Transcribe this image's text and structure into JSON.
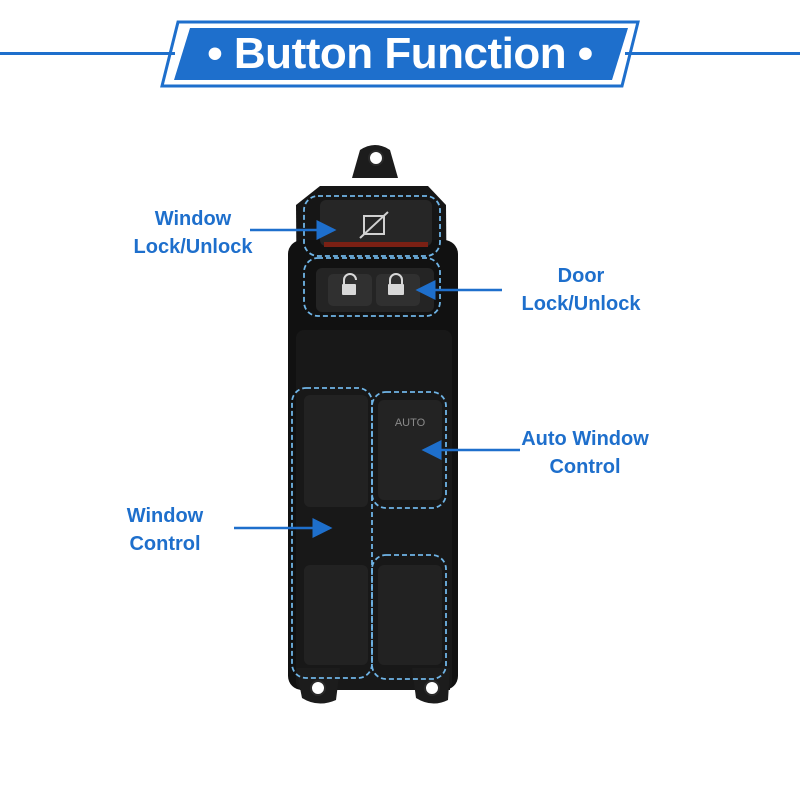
{
  "header": {
    "title": "• Button Function •"
  },
  "labels": {
    "window_lock": [
      "Window",
      "Lock/Unlock"
    ],
    "door_lock": [
      "Door",
      "Lock/Unlock"
    ],
    "auto_window": [
      "Auto Window",
      "Control"
    ],
    "window_control": [
      "Window",
      "Control"
    ]
  },
  "switch": {
    "auto_text": "AUTO"
  },
  "colors": {
    "accent": "#1e6fcc",
    "dash": "#6fb4e6",
    "panel": "#161616"
  }
}
